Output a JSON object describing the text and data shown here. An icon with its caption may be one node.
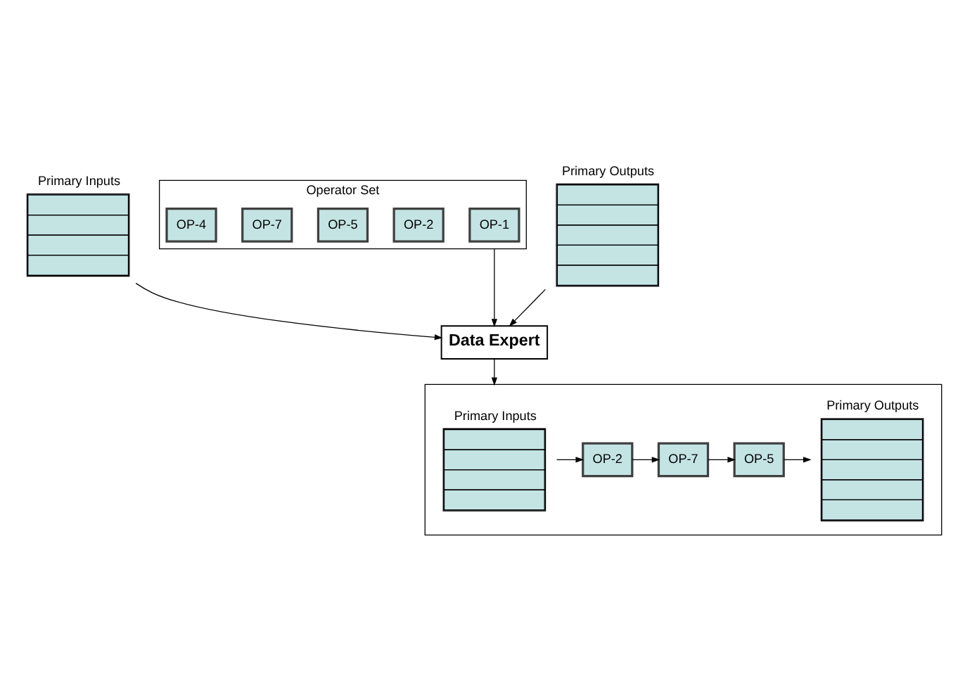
{
  "diagram": {
    "nodes": [
      {
        "text": [
          "Primary Inputs"
        ]
      },
      {
        "text": [
          "Operator Set"
        ]
      },
      {
        "text": [
          "OP-1"
        ],
        "in": 1
      },
      {
        "text": [
          "OP-2"
        ],
        "in": 1
      },
      {
        "text": [
          "OP-5"
        ],
        "in": 1
      },
      {
        "text": [
          "OP-7"
        ],
        "in": 1
      },
      {
        "text": [
          "OP-4"
        ],
        "in": 1
      },
      {
        "text": [
          "Primary Outputs"
        ]
      },
      {
        "text": [
          "Data Expert"
        ]
      },
      {
        "text": [],
        "shape": "box"
      },
      {
        "text": [
          "Primary Inputs"
        ],
        "in": 9
      },
      {
        "text": [
          "OP-2"
        ],
        "in": 9
      },
      {
        "text": [
          "OP-7"
        ],
        "in": 9
      },
      {
        "text": [
          "OP-5"
        ],
        "in": 9
      },
      {
        "text": [
          "Primary Outputs"
        ],
        "in": 9
      }
    ],
    "edges": [
      {
        "from": 0,
        "to": 8,
        "arrow": "to"
      },
      {
        "from": 1,
        "to": 8,
        "arrow": "to"
      },
      {
        "from": 7,
        "to": 8,
        "arrow": "to"
      },
      {
        "from": 8,
        "to": 9,
        "arrow": "to"
      },
      {
        "from": 10,
        "to": 11,
        "arrow": "to"
      },
      {
        "from": 11,
        "to": 12,
        "arrow": "to"
      },
      {
        "from": 12,
        "to": 13,
        "arrow": "to"
      },
      {
        "from": 13,
        "to": 14,
        "arrow": "to"
      }
    ]
  }
}
